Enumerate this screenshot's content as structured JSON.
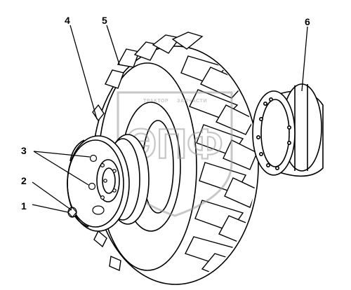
{
  "diagram": {
    "callouts": {
      "c1": "1",
      "c2": "2",
      "c3": "3",
      "c4": "4",
      "c5": "5",
      "c6": "6"
    },
    "watermark": {
      "line1": "ТРАКТОР",
      "line2": "ЗАПЧАСТИ",
      "logo": "ЭПФ"
    }
  }
}
